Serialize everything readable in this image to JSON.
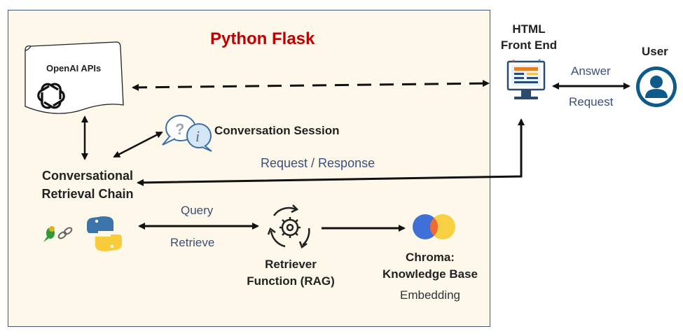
{
  "flask": {
    "title": "Python Flask"
  },
  "openai": {
    "label": "OpenAI APIs",
    "icon": "openai-logo-icon"
  },
  "session": {
    "label": "Conversation Session",
    "icon": "chat-bubbles-icon"
  },
  "chain": {
    "line1": "Conversational",
    "line2": "Retrieval Chain",
    "icons": [
      "langchain-parrot-icon",
      "python-logo-icon"
    ]
  },
  "frontend": {
    "line1": "HTML",
    "line2": "Front End",
    "icon": "monitor-icon"
  },
  "user": {
    "label": "User",
    "icon": "user-avatar-icon"
  },
  "arrows": {
    "answer": "Answer",
    "request": "Request",
    "request_response": "Request / Response",
    "query": "Query",
    "retrieve": "Retrieve"
  },
  "retriever": {
    "line1": "Retriever",
    "line2": "Function (RAG)",
    "icon": "gear-cycle-icon"
  },
  "chroma": {
    "line1": "Chroma:",
    "line2": "Knowledge Base",
    "sub": "Embedding",
    "icon": "chroma-logo-icon"
  },
  "colors": {
    "title_red": "#c00000",
    "label_blue": "#3b4f7a",
    "box_bg": "#fdf8ea",
    "box_border": "#3f5a7c"
  }
}
